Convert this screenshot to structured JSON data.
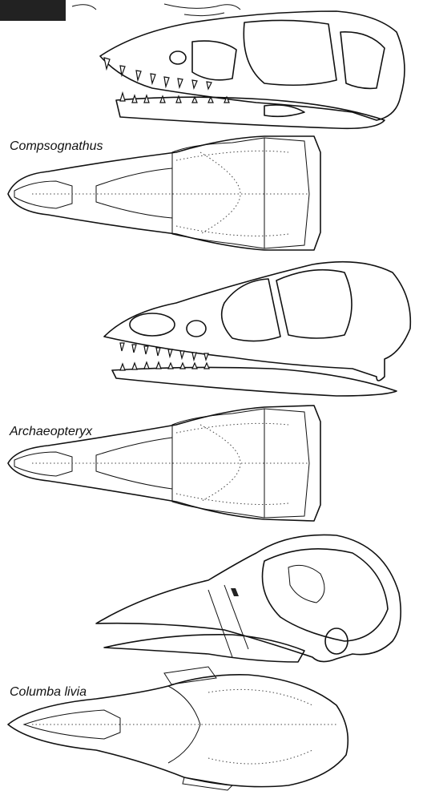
{
  "labels": {
    "compsognathus": "Compsognathus",
    "archaeopteryx": "Archaeopteryx",
    "columba": "Columba livia"
  }
}
